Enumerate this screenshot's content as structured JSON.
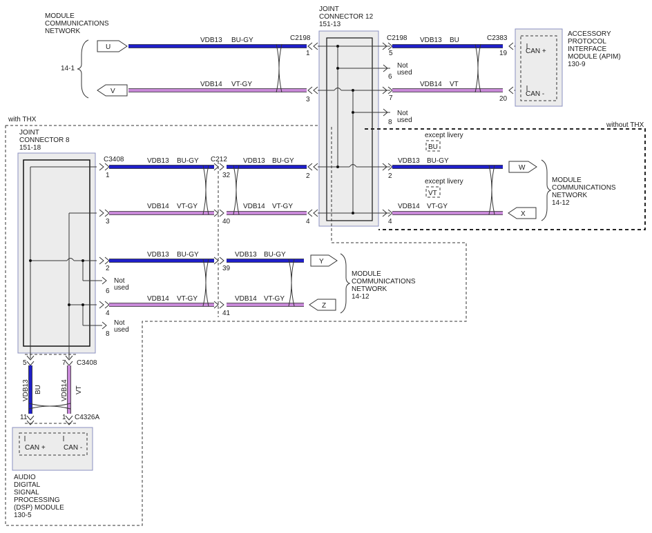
{
  "labels": {
    "mcn_top": [
      "MODULE",
      "COMMUNICATIONS",
      "NETWORK"
    ],
    "page_ref_left": "14-1",
    "jc12": [
      "JOINT",
      "CONNECTOR 12",
      "151-13"
    ],
    "apim": [
      "ACCESSORY",
      "PROTOCOL",
      "INTERFACE",
      "MODULE (APIM)",
      "130-9"
    ],
    "can_plus": "CAN +",
    "can_minus": "CAN -",
    "with_thx": "with THX",
    "without_thx": "without THX",
    "jc8": [
      "JOINT",
      "CONNECTOR 8",
      "151-18"
    ],
    "except_livery": "except livery",
    "mcn_right": [
      "MODULE",
      "COMMUNICATIONS",
      "NETWORK",
      "14-12"
    ],
    "mcn_mid": [
      "MODULE",
      "COMMUNICATIONS",
      "NETWORK",
      "14-12"
    ],
    "dsp": [
      "AUDIO",
      "DIGITAL",
      "SIGNAL",
      "PROCESSING",
      "(DSP) MODULE",
      "130-5"
    ],
    "not_used": [
      "Not",
      "used"
    ],
    "pins": [
      "1",
      "3",
      "5",
      "6",
      "7",
      "8",
      "19",
      "20",
      "2",
      "4",
      "32",
      "40",
      "2",
      "4",
      "2",
      "4",
      "39",
      "41",
      "5",
      "7",
      "11",
      "1"
    ],
    "c2198": "C2198",
    "c2383": "C2383",
    "c3408": "C3408",
    "c212": "C212",
    "c4326a": "C4326A",
    "vdb13": "VDB13",
    "vdb14": "VDB14",
    "bu_gy": "BU-GY",
    "vt_gy": "VT-GY",
    "bu": "BU",
    "vt": "VT",
    "conn_u": "U",
    "conn_v": "V",
    "conn_w": "W",
    "conn_x": "X",
    "conn_y": "Y",
    "conn_z": "Z",
    "pin6_right": "6",
    "pin8_right": "8",
    "pin6_left": "6",
    "pin8_left": "8"
  },
  "colors": {
    "bu_wire": "#1f1fc8",
    "vt_wire": "#c889d8",
    "module_fill": "#ececec",
    "module_border": "#8a8fc0"
  }
}
